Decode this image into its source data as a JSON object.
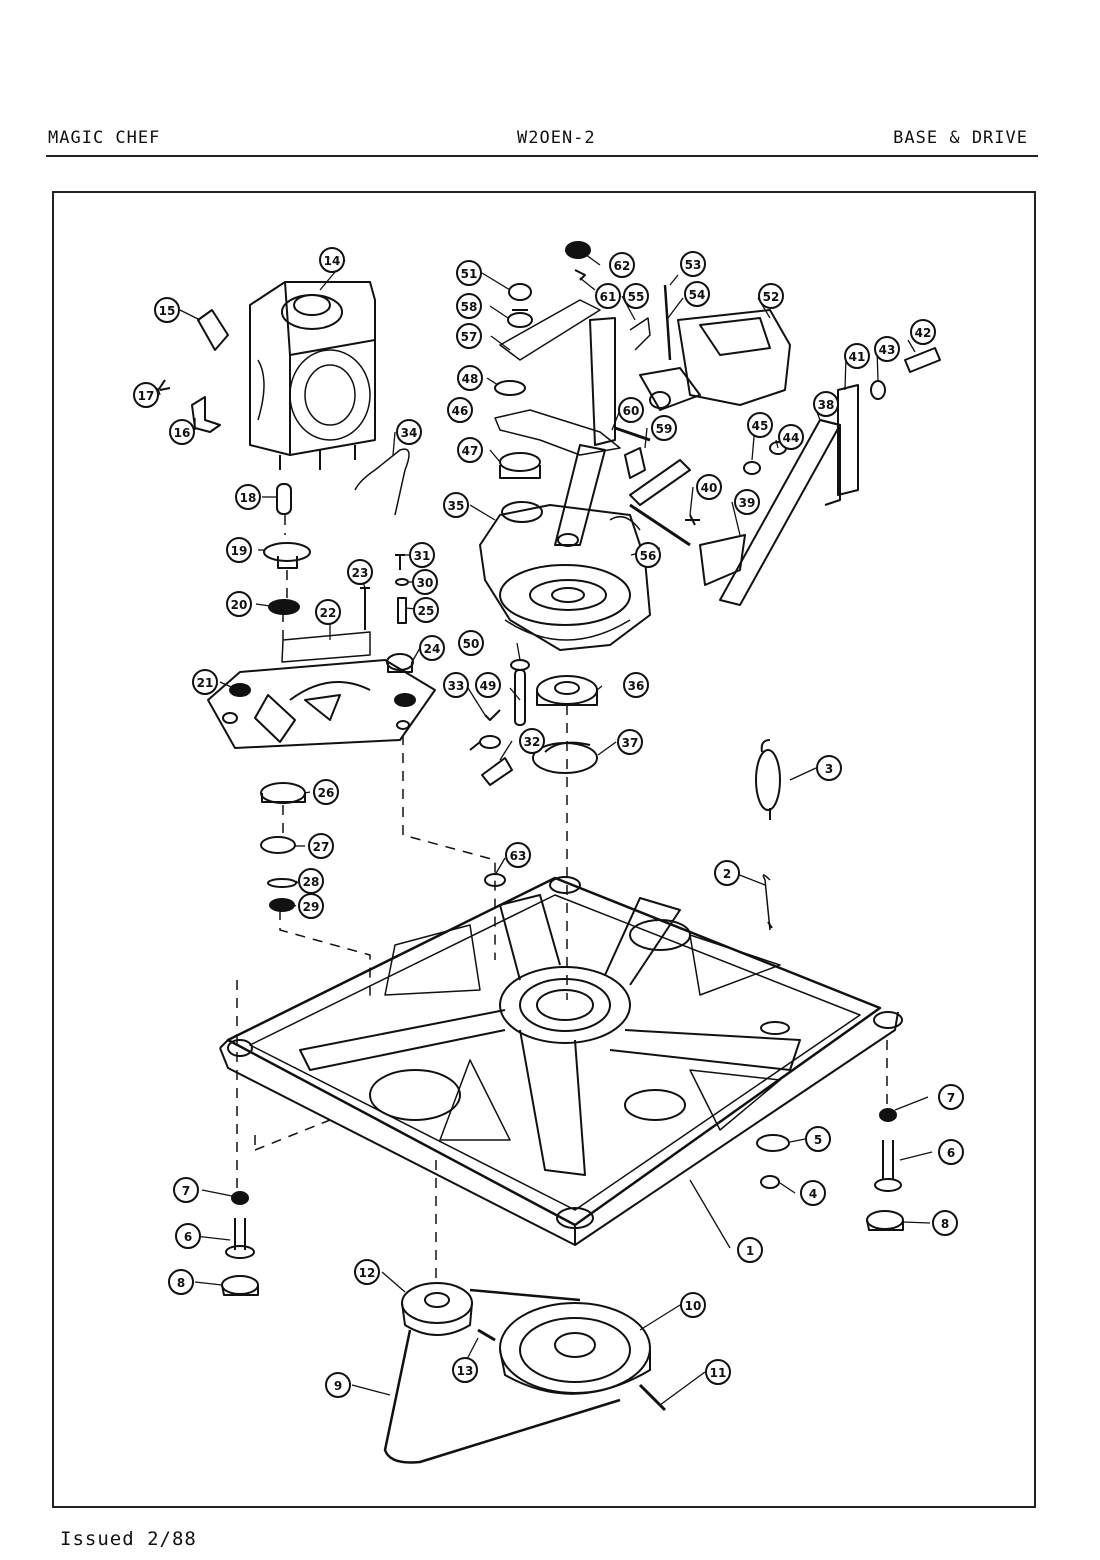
{
  "header": {
    "brand": "MAGIC CHEF",
    "model": "W2OEN-2",
    "section": "BASE & DRIVE"
  },
  "footer": {
    "issued": "Issued 2/88"
  },
  "diagram": {
    "callouts": [
      "1",
      "2",
      "3",
      "4",
      "5",
      "6",
      "7",
      "8",
      "9",
      "10",
      "11",
      "12",
      "13",
      "14",
      "15",
      "16",
      "17",
      "18",
      "19",
      "20",
      "21",
      "22",
      "23",
      "24",
      "25",
      "26",
      "27",
      "28",
      "29",
      "30",
      "31",
      "32",
      "33",
      "34",
      "35",
      "36",
      "37",
      "38",
      "39",
      "40",
      "41",
      "42",
      "43",
      "44",
      "45",
      "46",
      "47",
      "48",
      "49",
      "50",
      "51",
      "52",
      "53",
      "54",
      "55",
      "56",
      "57",
      "58",
      "59",
      "60",
      "61",
      "62",
      "63",
      "6",
      "7",
      "8"
    ]
  }
}
